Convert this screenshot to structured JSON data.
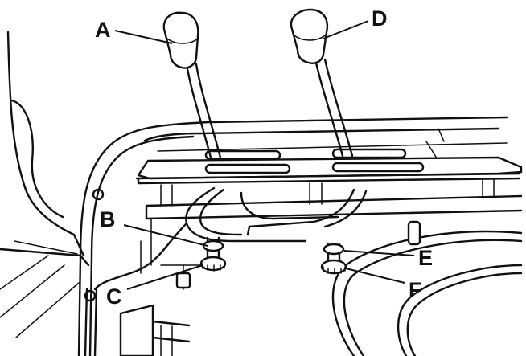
{
  "callouts": {
    "a": "A",
    "b": "B",
    "c": "C",
    "d": "D",
    "e": "E",
    "f": "F"
  },
  "colors": {
    "ink": "#111111",
    "paper": "#ffffff"
  }
}
